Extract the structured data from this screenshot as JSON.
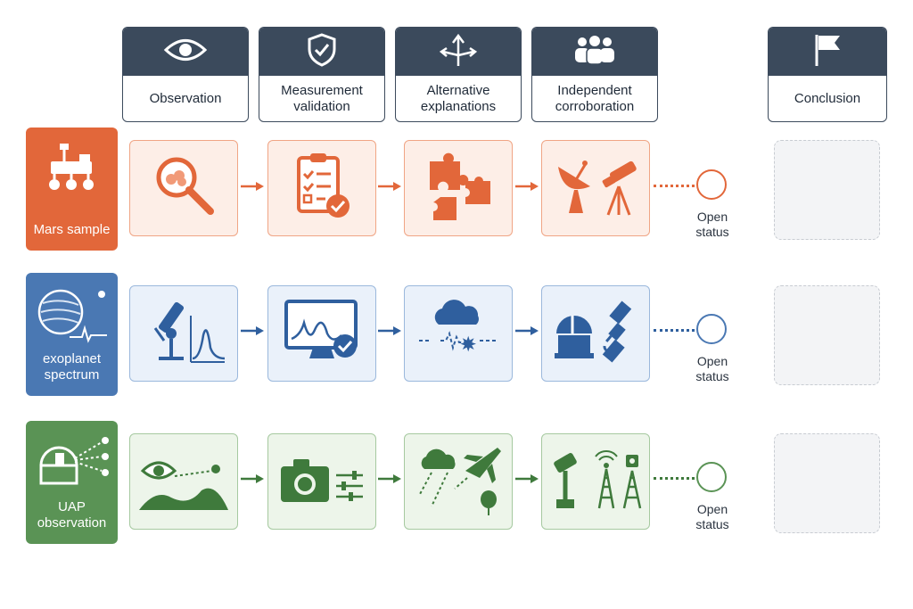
{
  "columns": [
    {
      "label": "Observation",
      "icon": "eye-icon"
    },
    {
      "label": "Measurement validation",
      "icon": "shield-check-icon"
    },
    {
      "label": "Alternative explanations",
      "icon": "branching-arrows-icon"
    },
    {
      "label": "Independent corroboration",
      "icon": "group-icon"
    },
    {
      "label": "Conclusion",
      "icon": "flag-icon"
    }
  ],
  "rows": [
    {
      "label": "Mars sample",
      "color": "#e2673a",
      "status_label": "Open status",
      "steps": [
        "magnifier-rock-icon",
        "checklist-icon",
        "puzzle-icon",
        "dish-telescope-icon"
      ]
    },
    {
      "label": "exoplanet spectrum",
      "color": "#4a78b3",
      "status_label": "Open status",
      "steps": [
        "microscope-spectrum-icon",
        "monitor-check-icon",
        "cloud-noise-icon",
        "observatory-satellite-icon"
      ]
    },
    {
      "label": "UAP observation",
      "color": "#5a9355",
      "status_label": "Open status",
      "steps": [
        "eye-landscape-icon",
        "camera-sliders-icon",
        "cloud-plane-balloon-icon",
        "radar-towers-icon"
      ]
    }
  ]
}
